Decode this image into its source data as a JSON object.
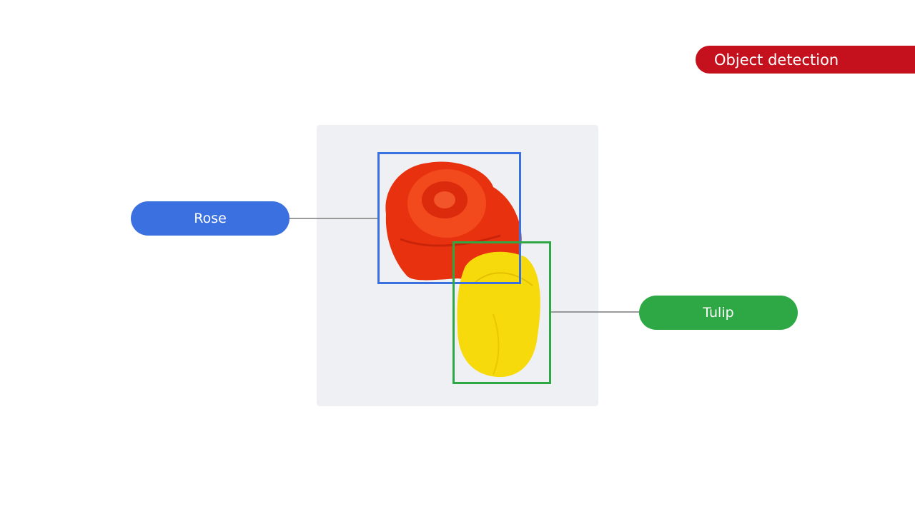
{
  "badge": {
    "label": "Object detection",
    "color": "#c5111d"
  },
  "detections": [
    {
      "label": "Rose",
      "color": "#3a70e0"
    },
    {
      "label": "Tulip",
      "color": "#2ea844"
    }
  ]
}
